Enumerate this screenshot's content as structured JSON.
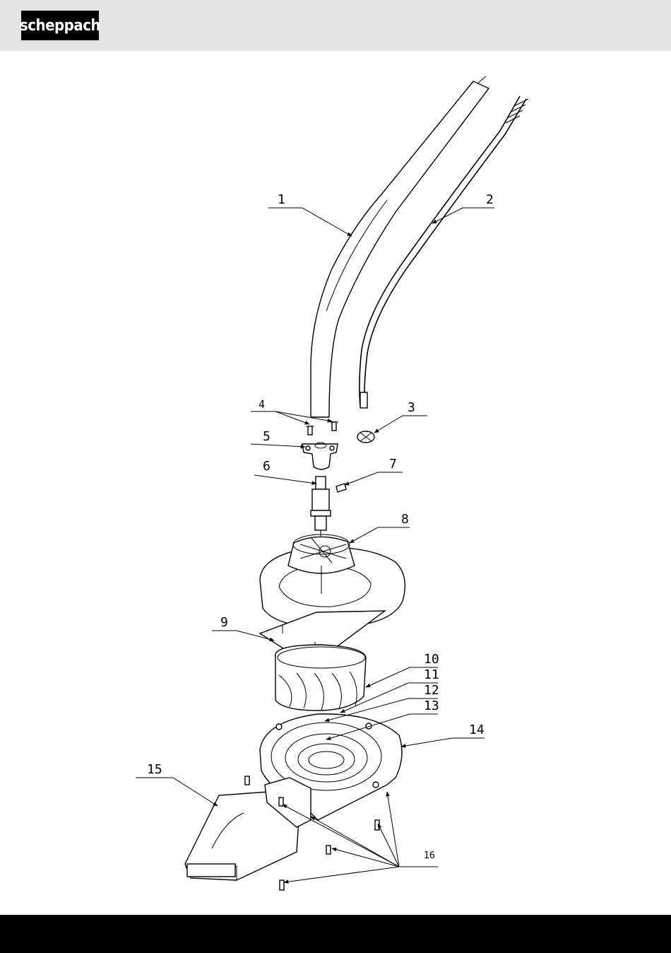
{
  "header": {
    "brand_logo": "scheppach"
  },
  "diagram": {
    "callouts": [
      "1",
      "2",
      "3",
      "4",
      "5",
      "6",
      "7",
      "8",
      "9",
      "10",
      "11",
      "12",
      "13",
      "14",
      "15",
      "16"
    ]
  },
  "colors": {
    "header_bg": "#e4e4e4",
    "logo_bg": "#000000",
    "footer_bg": "#000000"
  }
}
